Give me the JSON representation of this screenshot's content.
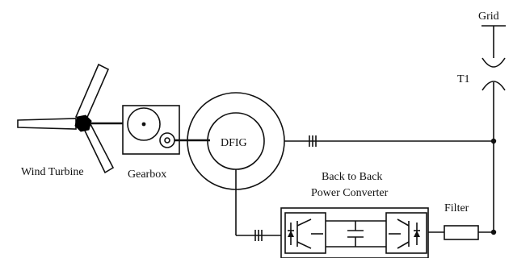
{
  "labels": {
    "grid": "Grid",
    "transformer": "T1",
    "dfig": "DFIG",
    "wind_turbine": "Wind Turbine",
    "gearbox": "Gearbox",
    "converter_line1": "Back to Back",
    "converter_line2": "Power Converter",
    "filter": "Filter"
  }
}
